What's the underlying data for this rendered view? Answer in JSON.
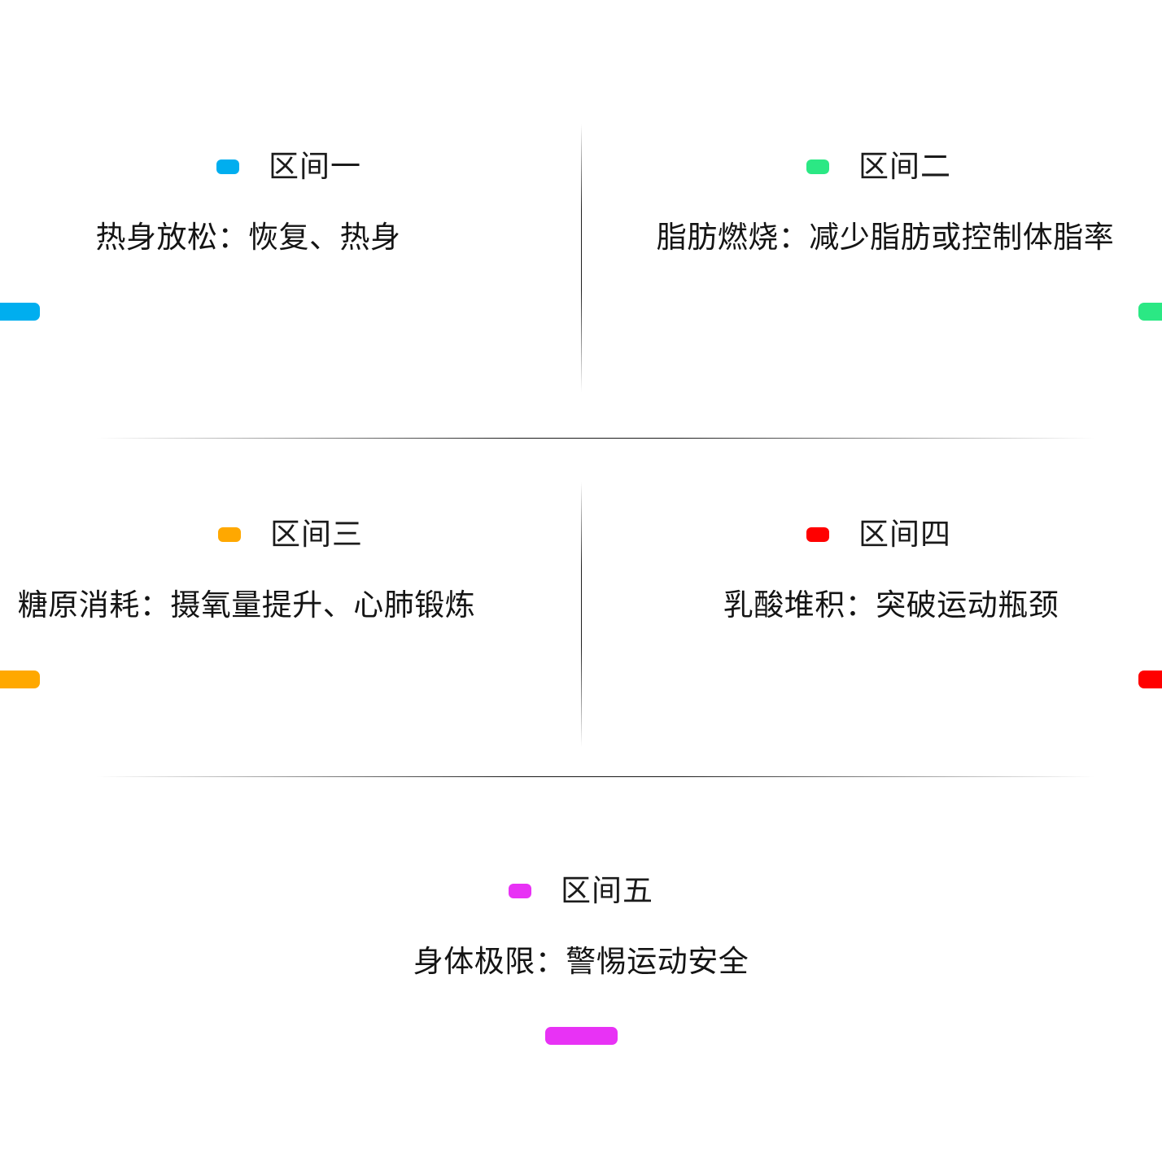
{
  "board": {
    "background_color": "#ffffff",
    "title_hidden": ""
  },
  "dividers": [
    {
      "name": "vertical-divider-row-1",
      "orientation": "vertical"
    },
    {
      "name": "vertical-divider-row-2",
      "orientation": "vertical"
    },
    {
      "name": "horizontal-divider-1",
      "orientation": "horizontal"
    },
    {
      "name": "horizontal-divider-2",
      "orientation": "horizontal"
    }
  ],
  "zones": [
    {
      "id": "zone-1",
      "title": "区间一",
      "description": "热身放松：恢复、热身",
      "color": "#00AEEF",
      "bar_color": "#00AEEF"
    },
    {
      "id": "zone-2",
      "title": "区间二",
      "description": "脂肪燃烧：减少脂肪或控制体脂率",
      "color": "#2BE884",
      "bar_color": "#2BE884"
    },
    {
      "id": "zone-3",
      "title": "区间三",
      "description": "糖原消耗：摄氧量提升、心肺锻炼",
      "color": "#FFA800",
      "bar_color": "#FFA800"
    },
    {
      "id": "zone-4",
      "title": "区间四",
      "description": "乳酸堆积：突破运动瓶颈",
      "color": "#FF0000",
      "bar_color": "#FF0000"
    },
    {
      "id": "zone-5",
      "title": "区间五",
      "description": "身体极限：警惕运动安全",
      "color": "#E832F5",
      "bar_color": "#E832F5"
    }
  ]
}
